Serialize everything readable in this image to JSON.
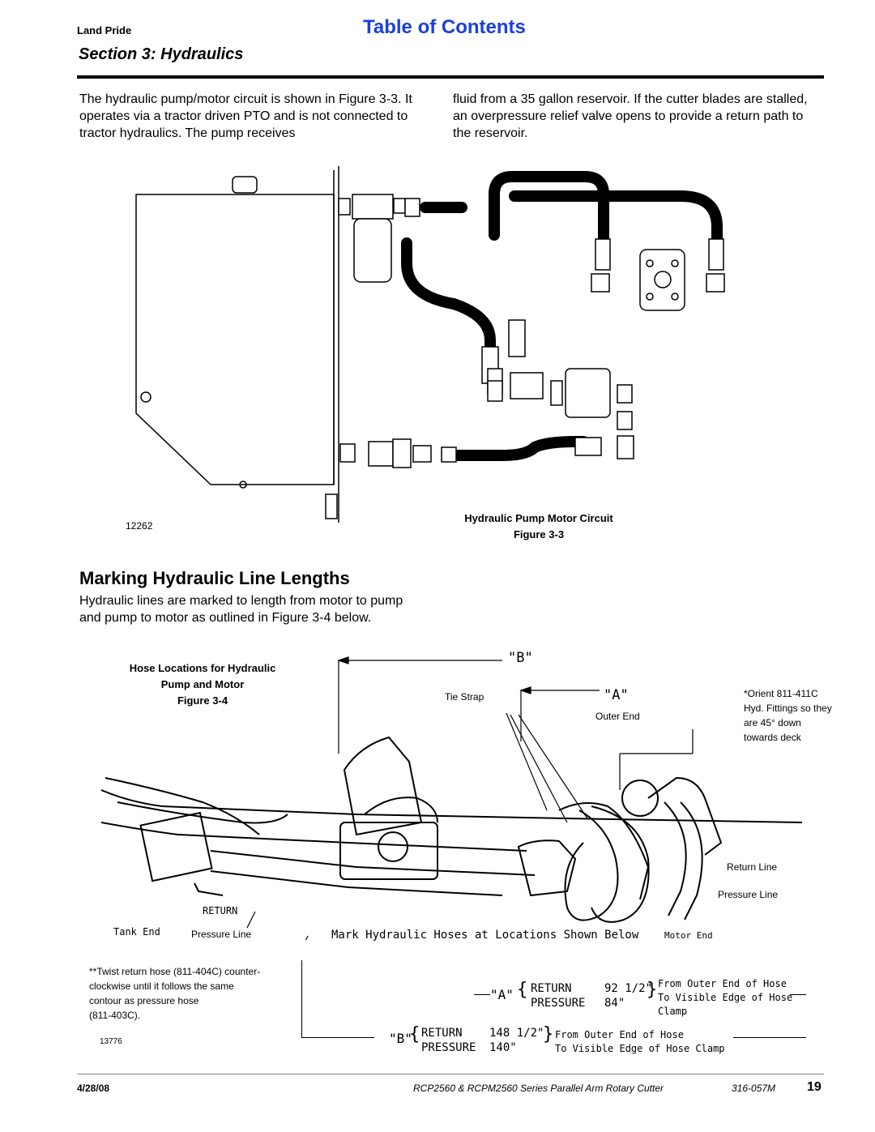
{
  "header": {
    "brand": "Land Pride",
    "toc_link": "Table of Contents",
    "section_title": "Section 3: Hydraulics"
  },
  "intro": {
    "left_text": "The hydraulic pump/motor circuit is shown in Figure 3-3. It operates via a tractor driven PTO and is not connected to tractor hydraulics. The pump receives",
    "right_text": "fluid from a 35 gallon reservoir. If the cutter blades are stalled, an overpressure relief valve opens to provide a return path to the reservoir."
  },
  "figure3": {
    "part_number": "12262",
    "caption_title": "Hydraulic Pump Motor Circuit",
    "caption_label": "Figure 3-3"
  },
  "marking": {
    "heading": "Marking Hydraulic Line Lengths",
    "text": "Hydraulic lines are marked to length from motor to pump and pump to motor as outlined in Figure 3-4 below."
  },
  "figure4": {
    "caption_title_line1": "Hose Locations for Hydraulic",
    "caption_title_line2": "Pump and Motor",
    "caption_label": "Figure 3-4",
    "dim_b": "\"B\"",
    "dim_a": "\"A\"",
    "tie_strap": "Tie Strap",
    "outer_end": "Outer End",
    "orient_note_1": "*Orient 811-411C",
    "orient_note_2": "Hyd. Fittings so they",
    "orient_note_3": "are 45° down",
    "orient_note_4": "towards deck",
    "return_label": "RETURN",
    "tank_end": "Tank End",
    "pressure_line_left": "Pressure Line",
    "mark_instruction": "Mark Hydraulic Hoses at Locations Shown Below",
    "motor_end": "Motor End",
    "return_line": "Return Line",
    "pressure_line_right": "Pressure Line",
    "twist_note_1": "**Twist return hose (811-404C) counter-",
    "twist_note_2": "clockwise until it follows the same",
    "twist_note_3": "contour as pressure hose",
    "twist_note_4": "(811-403C).",
    "part_number": "13776",
    "table": {
      "a_label": "\"A\"",
      "a_return": "RETURN",
      "a_return_len": "92 1/2\"",
      "a_pressure": "PRESSURE",
      "a_pressure_len": "84\"",
      "a_desc_1": "From Outer End of Hose",
      "a_desc_2": "To Visible Edge of Hose",
      "a_desc_3": "Clamp",
      "b_label": "\"B\"",
      "b_return": "RETURN",
      "b_return_len": "148 1/2\"",
      "b_pressure": "PRESSURE",
      "b_pressure_len": "140\"",
      "b_desc_1": "From Outer End of Hose",
      "b_desc_2": "To Visible Edge of Hose Clamp"
    }
  },
  "footer": {
    "date": "4/28/08",
    "doc_title": "RCP2560 & RCPM2560 Series Parallel Arm Rotary Cutter",
    "doc_number": "316-057M",
    "page": "19"
  }
}
